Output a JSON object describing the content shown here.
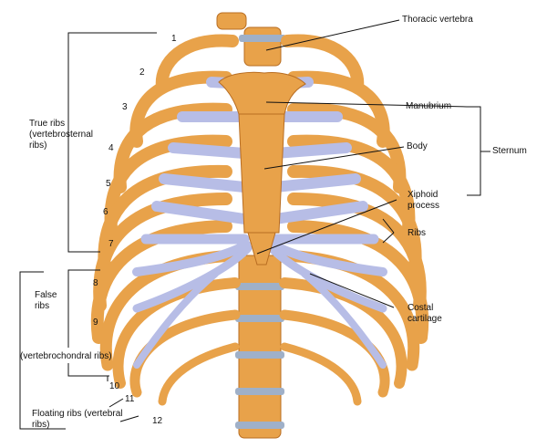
{
  "labels": {
    "thoracic_vertebra": "Thoracic vertebra",
    "manubrium": "Manubrium",
    "body": "Body",
    "sternum": "Sternum",
    "xiphoid_process": "Xiphoid process",
    "ribs": "Ribs",
    "costal_cartilage": "Costal cartilage",
    "true_ribs": "True ribs (vertebrosternal ribs)",
    "false_ribs": "False ribs",
    "vertebrochondral_ribs": "(vertebrochondral ribs)",
    "floating_ribs": "Floating ribs (vertebral ribs)"
  },
  "rib_numbers": [
    "1",
    "2",
    "3",
    "4",
    "5",
    "6",
    "7",
    "8",
    "9",
    "10",
    "11",
    "12"
  ],
  "colors": {
    "bone": "#e8a24a",
    "bone_dark": "#b86d22",
    "cartilage": "#b7bde6",
    "cartilage_dark": "#8f95c9",
    "disc": "#9fb0c8",
    "line": "#111111"
  }
}
